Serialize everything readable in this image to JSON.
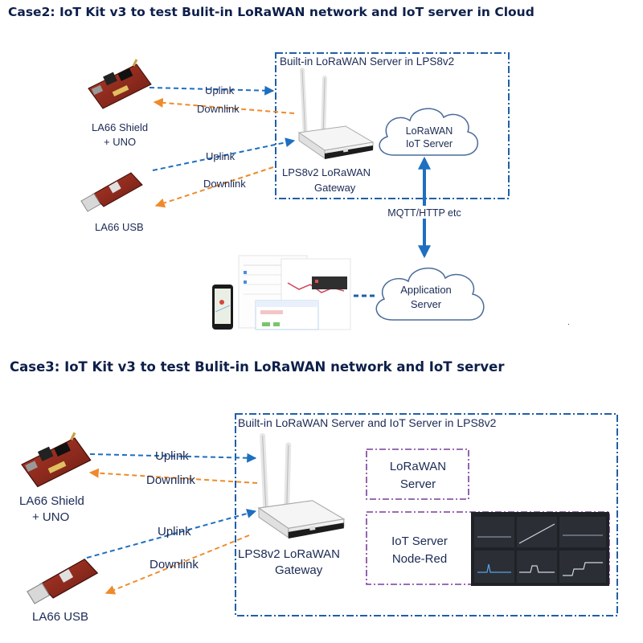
{
  "case2": {
    "title": "Case2: IoT Kit v3 to test Bulit-in LoRaWAN network and IoT server in Cloud",
    "box_title": "Built-in LoRaWAN Server in LPS8v2",
    "uplink_1": "Uplink",
    "downlink_1": "Downlink",
    "uplink_2": "Uplink",
    "downlink_2": "Downlink",
    "shield_line1": "LA66 Shield",
    "shield_line2": "+ UNO",
    "usb_label": "LA66 USB",
    "gateway_line1": "LPS8v2 LoRaWAN",
    "gateway_line2": "Gateway",
    "cloud_server_line1": "LoRaWAN",
    "cloud_server_line2": "IoT Server",
    "protocol_label": "MQTT/HTTP etc",
    "app_line1": "Application",
    "app_line2": "Server"
  },
  "case3": {
    "title": "Case3: IoT Kit v3 to test Bulit-in LoRaWAN network and IoT server",
    "box_title": "Built-in LoRaWAN Server and IoT Server in LPS8v2",
    "uplink_1": "Uplink",
    "downlink_1": "Downlink",
    "uplink_2": "Uplink",
    "downlink_2": "Downlink",
    "shield_line1": "LA66 Shield",
    "shield_line2": "+ UNO",
    "usb_label": "LA66 USB",
    "gateway_line1": "LPS8v2 LoRaWAN",
    "gateway_line2": "Gateway",
    "lorawan_line1": "LoRaWAN",
    "lorawan_line2": "Server",
    "iot_line1": "IoT Server",
    "iot_line2": "Node-Red"
  },
  "colors": {
    "title": "#0d1f4a",
    "box_border": "#1f5fa8",
    "uplink": "#1f6fc0",
    "downlink": "#ef8a2a",
    "dashdot_purple": "#7a3d9a",
    "label": "#1b2a55"
  }
}
